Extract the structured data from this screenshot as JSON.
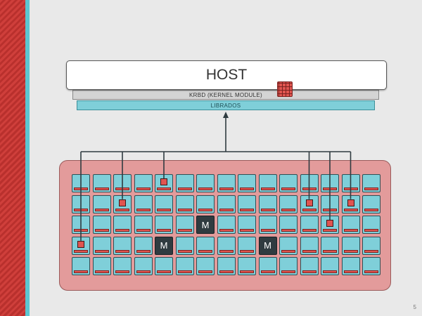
{
  "host": {
    "title": "HOST"
  },
  "krbd": {
    "label": "KRBD (KERNEL MODULE)"
  },
  "librados": {
    "label": "LIBRADOS"
  },
  "monitor": {
    "label": "M"
  },
  "page": {
    "number": "5"
  },
  "colors": {
    "stripe": "#cf3f3b",
    "accent": "#5cc6d0",
    "node": "#7fcfd9",
    "object": "#e05550",
    "cluster": "#e39b9b",
    "monitor": "#2f3b40"
  },
  "cluster": {
    "rows": 5,
    "cols": 15,
    "monitors": [
      [
        2,
        6
      ],
      [
        3,
        4
      ],
      [
        3,
        9
      ]
    ],
    "objects": [
      [
        0,
        4
      ],
      [
        1,
        2
      ],
      [
        1,
        11
      ],
      [
        1,
        13
      ],
      [
        2,
        12
      ],
      [
        3,
        0
      ]
    ]
  }
}
